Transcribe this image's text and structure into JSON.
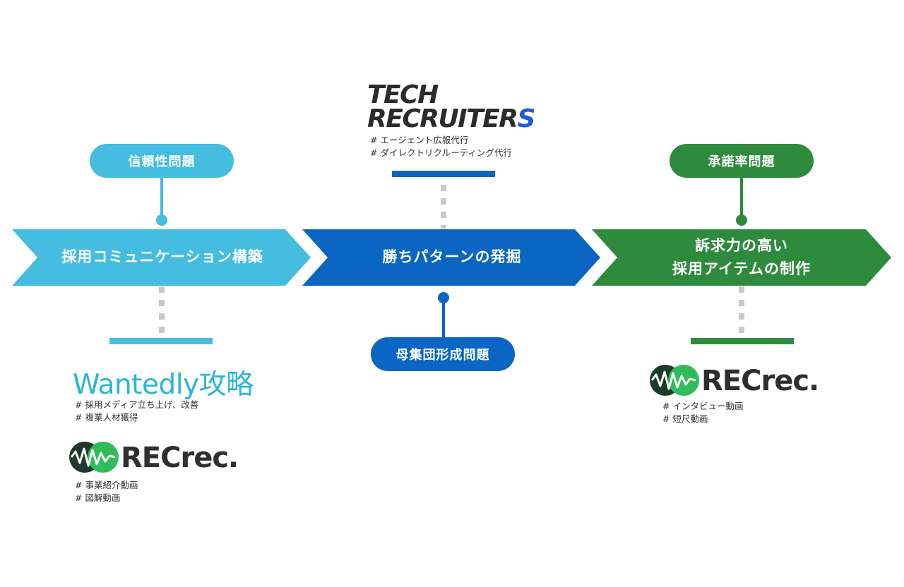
{
  "colors": {
    "cyan": "#44bde0",
    "blue": "#0a66c2",
    "green": "#2e8b3e",
    "dash_gray": "#c8c8c8",
    "text": "#333333"
  },
  "stages": [
    {
      "label": "採用コミュニケーション構築"
    },
    {
      "label": "勝ちパターンの発掘"
    },
    {
      "label_line1": "訴求力の高い",
      "label_line2": "採用アイテムの制作"
    }
  ],
  "problems": {
    "trust": "信頼性問題",
    "population": "母集団形成問題",
    "acceptance": "承諾率問題"
  },
  "services": {
    "wantedly": {
      "logo_text": "Wantedly攻略",
      "tags": [
        "# 採用メディア立ち上げ、改善",
        "# 複業人材獲得"
      ]
    },
    "recrec_left": {
      "logo_text": "RECrec.",
      "tags": [
        "# 事業紹介動画",
        "# 図解動画"
      ]
    },
    "tech_recruiters": {
      "logo_line1": "TECH",
      "logo_line2_main": "RECRUITER",
      "logo_line2_s": "S",
      "tags": [
        "# エージェント広報代行",
        "# ダイレクトリクルーティング代行"
      ]
    },
    "recrec_right": {
      "logo_text": "RECrec.",
      "tags": [
        "# インタビュー動画",
        "# 短尺動画"
      ]
    }
  }
}
